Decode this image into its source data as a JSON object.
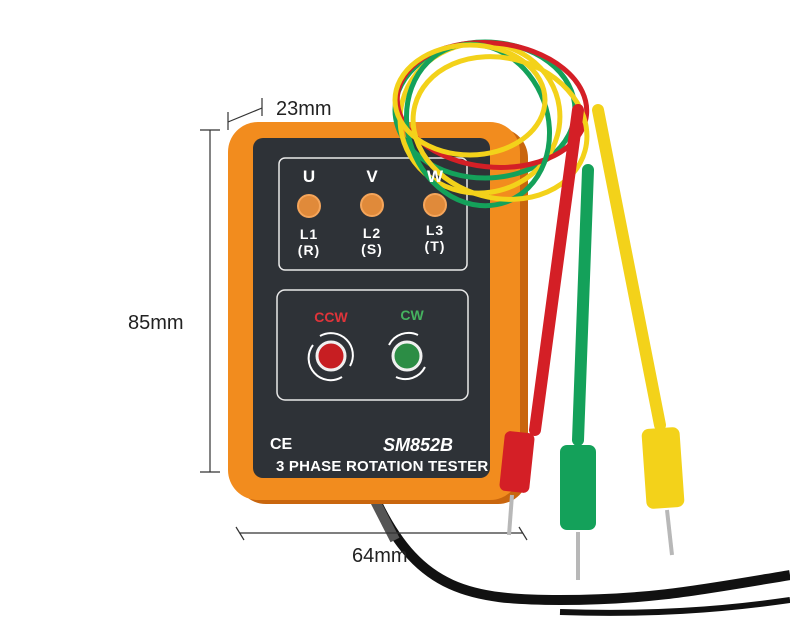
{
  "dimensions": {
    "width": "64mm",
    "height": "85mm",
    "depth": "23mm"
  },
  "device": {
    "model": "SM852B",
    "title": "3 PHASE ROTATION TESTER",
    "ce_mark": "CE",
    "phases": [
      {
        "letter": "U",
        "line": "L1",
        "alt": "(R)"
      },
      {
        "letter": "V",
        "line": "L2",
        "alt": "(S)"
      },
      {
        "letter": "W",
        "line": "L3",
        "alt": "(T)"
      }
    ],
    "rotation": {
      "ccw_label": "CCW",
      "cw_label": "CW"
    },
    "colors": {
      "housing": "#f28c1e",
      "panel": "#2e3237",
      "ccw": "#d8262a",
      "cw": "#2f9a4c",
      "lead_red": "#d41f26",
      "lead_green": "#14a15a",
      "lead_yellow": "#f3d21a"
    }
  }
}
